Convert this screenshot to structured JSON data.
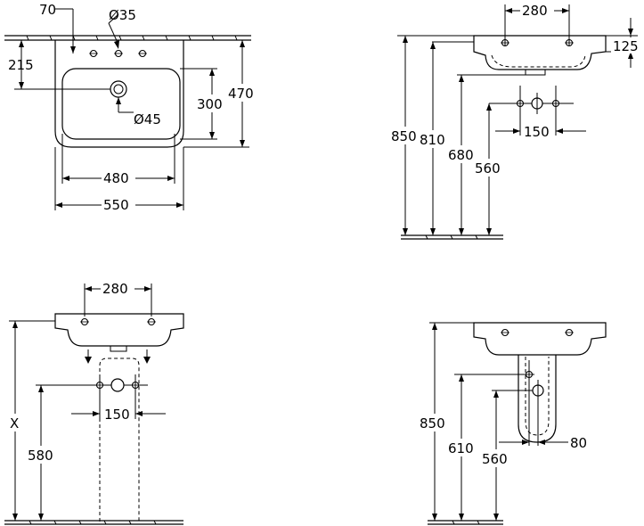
{
  "dimensions": {
    "top_view": {
      "offset_70": "70",
      "hole_d35": "Ø35",
      "depth_215": "215",
      "bowl_300": "300",
      "depth_470": "470",
      "drain_d45": "Ø45",
      "bowl_480": "480",
      "width_550": "550"
    },
    "wall_side_view": {
      "taps_280": "280",
      "front_125": "125",
      "height_850": "850",
      "height_810": "810",
      "height_680": "680",
      "height_560": "560",
      "spacing_150": "150"
    },
    "pedestal_view": {
      "taps_280": "280",
      "height_x": "X",
      "height_580": "580",
      "spacing_150": "150"
    },
    "semi_pedestal_view": {
      "height_850": "850",
      "height_610": "610",
      "height_560": "560",
      "offset_80": "80"
    }
  }
}
